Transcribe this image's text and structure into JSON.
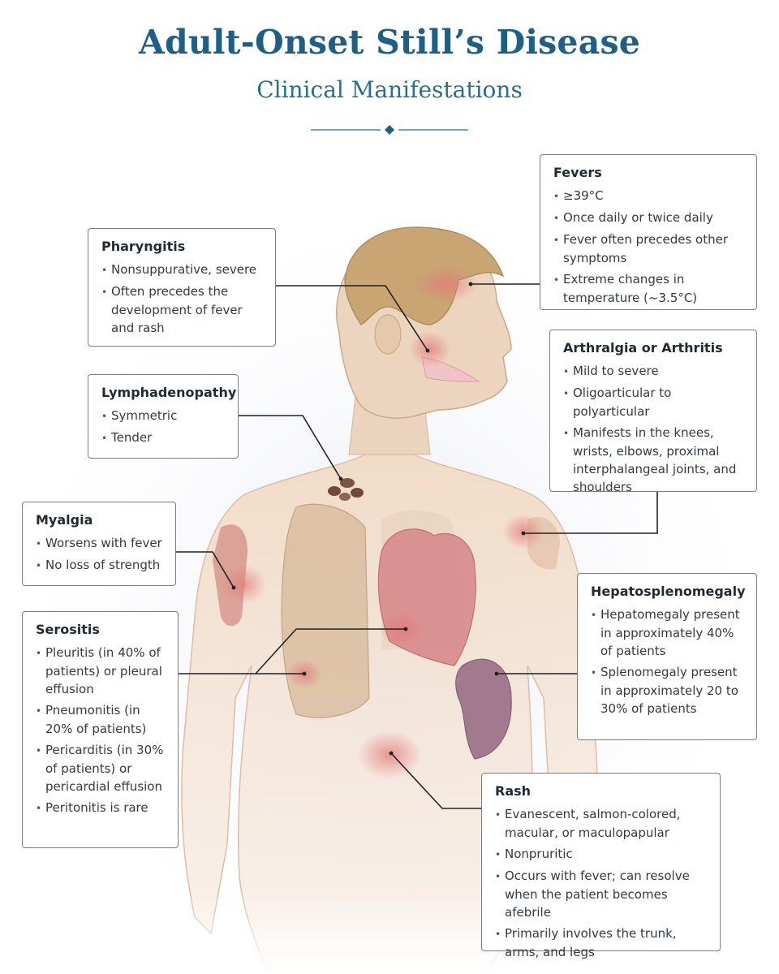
{
  "title": "Adult-Onset Still’s Disease",
  "subtitle": "Clinical Manifestations",
  "boxes": {
    "fevers": {
      "title": "Fevers",
      "items": [
        "≥39°C",
        "Once daily or twice daily",
        "Fever often precedes other symptoms",
        "Extreme changes in temperature (~3.5°C)"
      ]
    },
    "pharyngitis": {
      "title": "Pharyngitis",
      "items": [
        "Nonsuppurative, severe",
        "Often precedes the development of fever and rash"
      ]
    },
    "lymphadenopathy": {
      "title": "Lymphadenopathy",
      "items": [
        "Symmetric",
        "Tender"
      ]
    },
    "arthralgia": {
      "title": "Arthralgia or Arthritis",
      "items": [
        "Mild to severe",
        "Oligoarticular to polyarticular",
        "Manifests in the knees, wrists, elbows, proximal interphalangeal joints, and shoulders"
      ]
    },
    "myalgia": {
      "title": "Myalgia",
      "items": [
        "Worsens with fever",
        "No loss of strength"
      ]
    },
    "hepatosplenomegaly": {
      "title": "Hepatosplenomegaly",
      "items": [
        "Hepatomegaly present in approximately 40% of patients",
        "Splenomegaly present in approximately 20 to 30% of patients"
      ]
    },
    "serositis": {
      "title": "Serositis",
      "items": [
        "Pleuritis (in 40% of patients) or pleural effusion",
        "Pneumonitis (in 20% of patients)",
        "Pericarditis (in 30% of patients) or pericardial effusion",
        "Peritonitis is rare"
      ]
    },
    "rash": {
      "title": "Rash",
      "items": [
        "Evanescent, salmon-colored, macular, or maculopapular",
        "Nonpruritic",
        "Occurs with fever; can resolve when the patient becomes afebrile",
        "Primarily involves the trunk, arms, and legs"
      ]
    }
  },
  "colors": {
    "title": "#1f5f86",
    "skin": "#efd9c4",
    "inflammation": "#e8a3a3",
    "heart": "#d98a8c",
    "lung": "#d7b99a",
    "spleen": "#9a6f86",
    "leader_line": "#222222",
    "box_border": "#7d7d7d"
  }
}
